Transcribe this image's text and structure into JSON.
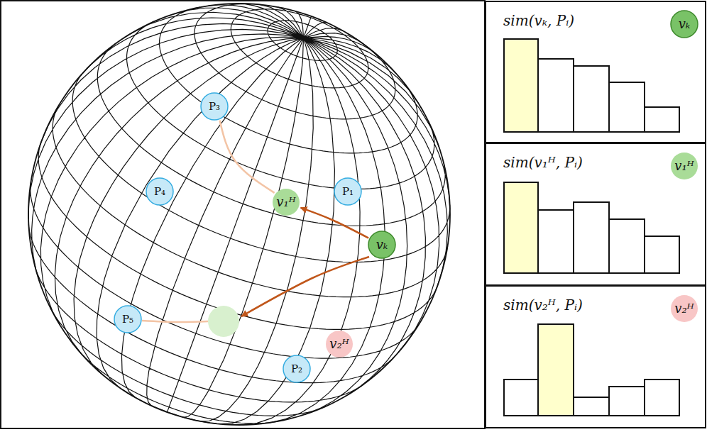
{
  "diagram": {
    "nodes": [
      {
        "text": [
          "P₃"
        ]
      },
      {
        "text": [
          "P₄"
        ]
      },
      {
        "text": [
          "P₁"
        ]
      },
      {
        "text": [
          "v₁ᴴ"
        ]
      },
      {
        "text": [
          "vₖ"
        ]
      },
      {
        "text": [
          "P₅"
        ]
      },
      {
        "text": [
          "v₂ᴴ"
        ]
      },
      {
        "text": [
          "P₂"
        ]
      },
      {
        "text": [
          "sim(vₖ, Pᵢ)"
        ]
      },
      {
        "text": [
          "vₖ"
        ],
        "in": 8
      },
      {
        "text": [
          "sim(v₁ᴴ, Pᵢ)"
        ]
      },
      {
        "text": [
          "v₁ᴴ"
        ],
        "in": 10
      },
      {
        "text": [
          "sim(v₂ᴴ, Pᵢ)"
        ]
      },
      {
        "text": [
          "v₂ᴴ"
        ],
        "in": 12
      }
    ],
    "edges": [
      {
        "from": 4,
        "to": 3,
        "arrow": "to"
      },
      {
        "from": 0,
        "to": 3,
        "arrow": "none"
      }
    ]
  }
}
